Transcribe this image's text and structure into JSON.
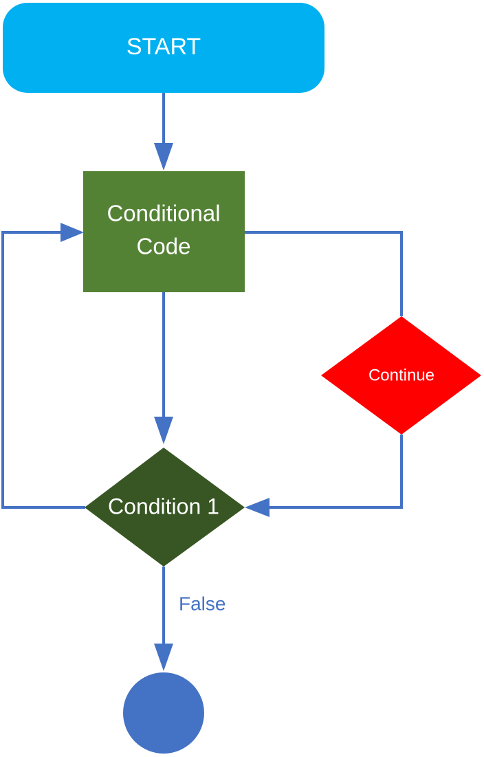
{
  "diagram": {
    "colors": {
      "connector": "#4472c4",
      "start": "#00b0f0",
      "code": "#548235",
      "continue": "#ff0000",
      "condition": "#375623",
      "end": "#4472c4",
      "label_text": "#4472c4",
      "node_text": "#ffffff"
    },
    "nodes": {
      "start": {
        "label": "START",
        "shape": "rounded-rectangle"
      },
      "code": {
        "line1": "Conditional",
        "line2": "Code",
        "shape": "rectangle"
      },
      "continue": {
        "label": "Continue",
        "shape": "diamond"
      },
      "condition": {
        "label": "Condition 1",
        "shape": "diamond"
      },
      "end": {
        "label": "",
        "shape": "circle"
      }
    },
    "edges": {
      "false_label": "False"
    }
  }
}
